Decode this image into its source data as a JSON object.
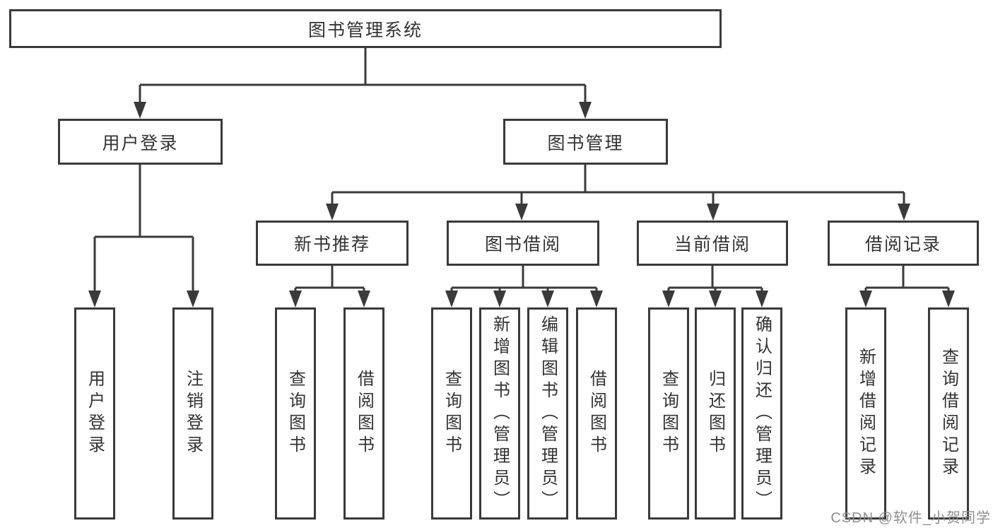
{
  "diagram": {
    "nodes": {
      "root": {
        "label": "图书管理系统"
      },
      "user_login": {
        "label": "用户登录"
      },
      "book_mgmt": {
        "label": "图书管理"
      },
      "new_book_rec": {
        "label": "新书推荐"
      },
      "book_borrow": {
        "label": "图书借阅"
      },
      "current_borrow": {
        "label": "当前借阅"
      },
      "borrow_records": {
        "label": "借阅记录"
      },
      "leaf_user_login": {
        "label": "用户登录"
      },
      "leaf_logout": {
        "label": "注销登录"
      },
      "leaf_rec_query": {
        "label": "查询图书"
      },
      "leaf_rec_borrow": {
        "label": "借阅图书"
      },
      "leaf_bb_query": {
        "label": "查询图书"
      },
      "leaf_bb_add": {
        "label": "新增图书（管理员）"
      },
      "leaf_bb_edit": {
        "label": "编辑图书（管理员）"
      },
      "leaf_bb_borrow": {
        "label": "借阅图书"
      },
      "leaf_cb_query": {
        "label": "查询图书"
      },
      "leaf_cb_return": {
        "label": "归还图书"
      },
      "leaf_cb_confirm": {
        "label": "确认归还（管理员）"
      },
      "leaf_br_add": {
        "label": "新增借阅记录"
      },
      "leaf_br_query": {
        "label": "查询借阅记录"
      }
    },
    "colors": {
      "line": "#3a3a3a",
      "text": "#333333",
      "background": "#ffffff",
      "watermark_color": "#8f8f8f"
    }
  },
  "watermark": {
    "text": "CSDN @软件_小贺同学"
  }
}
